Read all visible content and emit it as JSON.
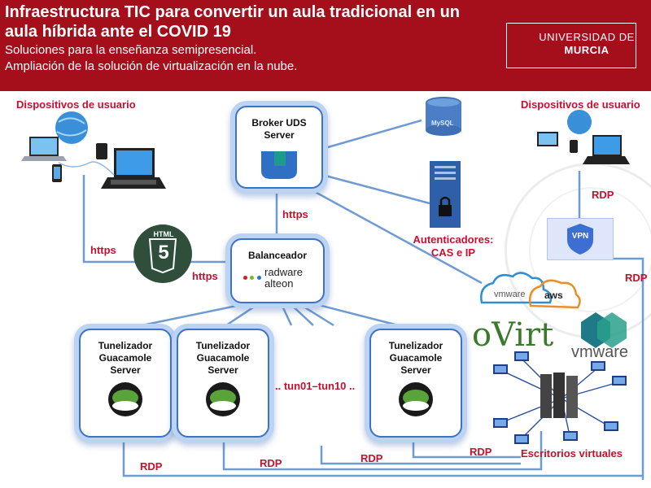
{
  "header": {
    "title": "Infraestructura TIC para convertir un aula tradicional en un aula híbrida ante el COVID 19",
    "subtitle_1": "Soluciones para la enseñanza semipresencial.",
    "subtitle_2": "Ampliación de la solución de virtualización en la nube.",
    "logo_line1": "UNIVERSIDAD DE",
    "logo_line2": "MURCIA"
  },
  "colors": {
    "header_bg": "#a50f1c",
    "node_border": "#3c73c8",
    "connector": "#6f9bd3",
    "label_red": "#c8102e"
  },
  "devices_left": {
    "label": "Dispositivos de usuario"
  },
  "devices_right": {
    "label": "Dispositivos de usuario"
  },
  "broker": {
    "line1": "Broker UDS",
    "line2": "Server"
  },
  "balancer": {
    "title": "Balanceador",
    "brand1": "radware",
    "brand2": "alteon"
  },
  "html5": {
    "label": "HTML",
    "digit": "5"
  },
  "mysql": {
    "label": "MySQL"
  },
  "auth": {
    "line1": "Autenticadores:",
    "line2": "CAS e IP"
  },
  "vpn": {
    "label": "VPN"
  },
  "cloud": {
    "vmware": "vmware",
    "aws": "aws"
  },
  "ovirt": {
    "label": "oVirt"
  },
  "vmware": {
    "label": "vmware"
  },
  "virtual_desktops": {
    "label": "Escritorios virtuales"
  },
  "tunnels": [
    {
      "line1": "Tunelizador",
      "line2": "Guacamole",
      "line3": "Server"
    },
    {
      "line1": "Tunelizador",
      "line2": "Guacamole",
      "line3": "Server"
    },
    {
      "line1": "Tunelizador",
      "line2": "Guacamole",
      "line3": "Server"
    }
  ],
  "tun_range": ".. tun01–tun10 ..",
  "links": {
    "https_left": "https",
    "https_center": "https",
    "https_broker": "https",
    "rdp_vpn": "RDP",
    "rdp_right": "RDP",
    "rdp_1": "RDP",
    "rdp_2": "RDP",
    "rdp_3": "RDP",
    "rdp_4": "RDP"
  }
}
